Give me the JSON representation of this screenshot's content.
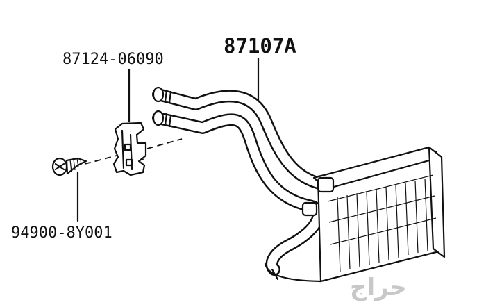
{
  "parts": {
    "heater_core": {
      "number": "87107A"
    },
    "bracket": {
      "number": "87124-06090"
    },
    "screw": {
      "number": "94900-8Y001"
    }
  },
  "watermark": {
    "text": "حراج",
    "color": "#c8c8c8"
  },
  "colors": {
    "ink": "#111111",
    "background": "#ffffff"
  }
}
